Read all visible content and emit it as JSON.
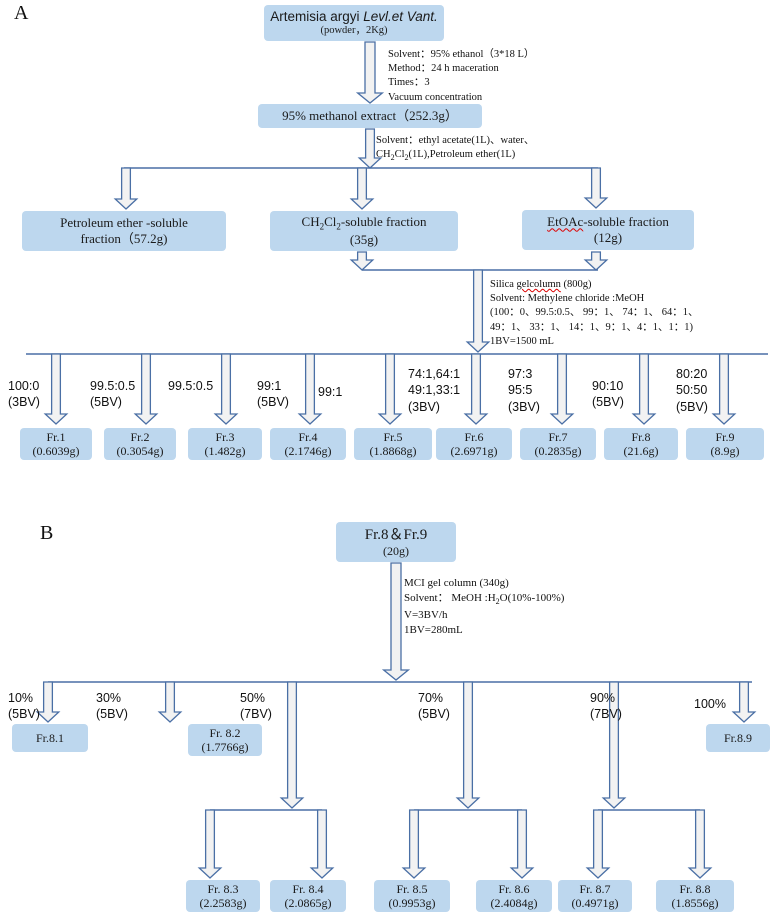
{
  "panels": {
    "a": "A",
    "b": "B"
  },
  "top": {
    "title_pre": "Artemisia argyi ",
    "title_it": "Levl.et Vant.",
    "sub": "(powder，2Kg)"
  },
  "step1": [
    "Solvent：95% ethanol（3*18 L）",
    "Method：24 h maceration",
    "Times：3",
    "Vacuum concentration"
  ],
  "extract": "95% methanol extract（252.3g）",
  "step2": [
    "Solvent：ethyl acetate(1L)、water、",
    "(1L),Petroleum ether(1L)"
  ],
  "step2_ch2cl2": {
    "a": "CH",
    "b": "2",
    "c": "Cl",
    "d": "2"
  },
  "fractions": {
    "pe": {
      "l1": "Petroleum ether -soluble",
      "l2": "fraction（57.2g)"
    },
    "dcm": {
      "pre": "CH",
      "s1": "2",
      "mid": "Cl",
      "s2": "2",
      "post": "-soluble fraction",
      "l2": "(35g)"
    },
    "etoac": {
      "red": "EtOAc",
      "post": "-soluble fraction",
      "l2": "(12g)"
    }
  },
  "silica": {
    "red": "gelcolumn",
    "lines": [
      "Silica ",
      " (800g)",
      "Solvent:   Methylene chloride :MeOH",
      "(100：0、99.5:0.5、 99：1、 74：1、 64：1、",
      "49：1、 33：1、 14：1、9：1、4：1、1：1)",
      "1BV=1500 mL"
    ]
  },
  "labels_a": [
    [
      "100:0",
      "(3BV)"
    ],
    [
      "99.5:0.5",
      "(5BV)"
    ],
    [
      "99.5:0.5"
    ],
    [
      "99:1",
      "(5BV)"
    ],
    [
      "99:1"
    ],
    [
      "74:1,64:1",
      "49:1,33:1",
      "(3BV)"
    ],
    [
      "97:3",
      "95:5",
      "(3BV)"
    ],
    [
      "90:10",
      "(5BV)"
    ],
    [
      "80:20",
      "50:50",
      "(5BV)"
    ]
  ],
  "fr_a": [
    {
      "name": "Fr.1",
      "mass": "(0.6039g)"
    },
    {
      "name": "Fr.2",
      "mass": "(0.3054g)"
    },
    {
      "name": "Fr.3",
      "mass": "(1.482g)"
    },
    {
      "name": "Fr.4",
      "mass": "(2.1746g)"
    },
    {
      "name": "Fr.5",
      "mass": "(1.8868g)"
    },
    {
      "name": "Fr.6",
      "mass": "(2.6971g)"
    },
    {
      "name": "Fr.7",
      "mass": "(0.2835g)"
    },
    {
      "name": "Fr.8",
      "mass": "(21.6g)"
    },
    {
      "name": "Fr.9",
      "mass": "(8.9g)"
    }
  ],
  "b_top": {
    "name": "Fr.8＆Fr.9",
    "mass": "(20g)"
  },
  "mci": {
    "lines": [
      "MCI gel column (340g)",
      "Solvent：  MeOH :H",
      "O(10%-100%)",
      "V=3BV/h",
      "1BV=280mL"
    ],
    "sub": "2"
  },
  "labels_b": [
    [
      "10%",
      "(5BV)"
    ],
    [
      "30%",
      "(5BV)"
    ],
    [
      "50%",
      "(7BV)"
    ],
    [
      "70%",
      "(5BV)"
    ],
    [
      "90%",
      "(7BV)"
    ],
    [
      "100%"
    ]
  ],
  "fr_b": [
    {
      "name": "Fr.8.1",
      "mass": ""
    },
    {
      "name": "Fr. 8.2",
      "mass": "(1.7766g)"
    },
    {
      "name": "Fr.8.9",
      "mass": ""
    },
    {
      "name": "Fr. 8.3",
      "mass": "(2.2583g)"
    },
    {
      "name": "Fr. 8.4",
      "mass": "(2.0865g)"
    },
    {
      "name": "Fr. 8.5",
      "mass": "(0.9953g)"
    },
    {
      "name": "Fr. 8.6",
      "mass": "(2.4084g)"
    },
    {
      "name": "Fr. 8.7",
      "mass": "(0.4971g)"
    },
    {
      "name": "Fr. 8.8",
      "mass": "(1.8556g)"
    }
  ],
  "colors": {
    "box": "#bdd7ee",
    "arrow_edge": "#4a6fa5",
    "arrow_fill": "#f2f2f2",
    "line": "#4a6fa5"
  }
}
